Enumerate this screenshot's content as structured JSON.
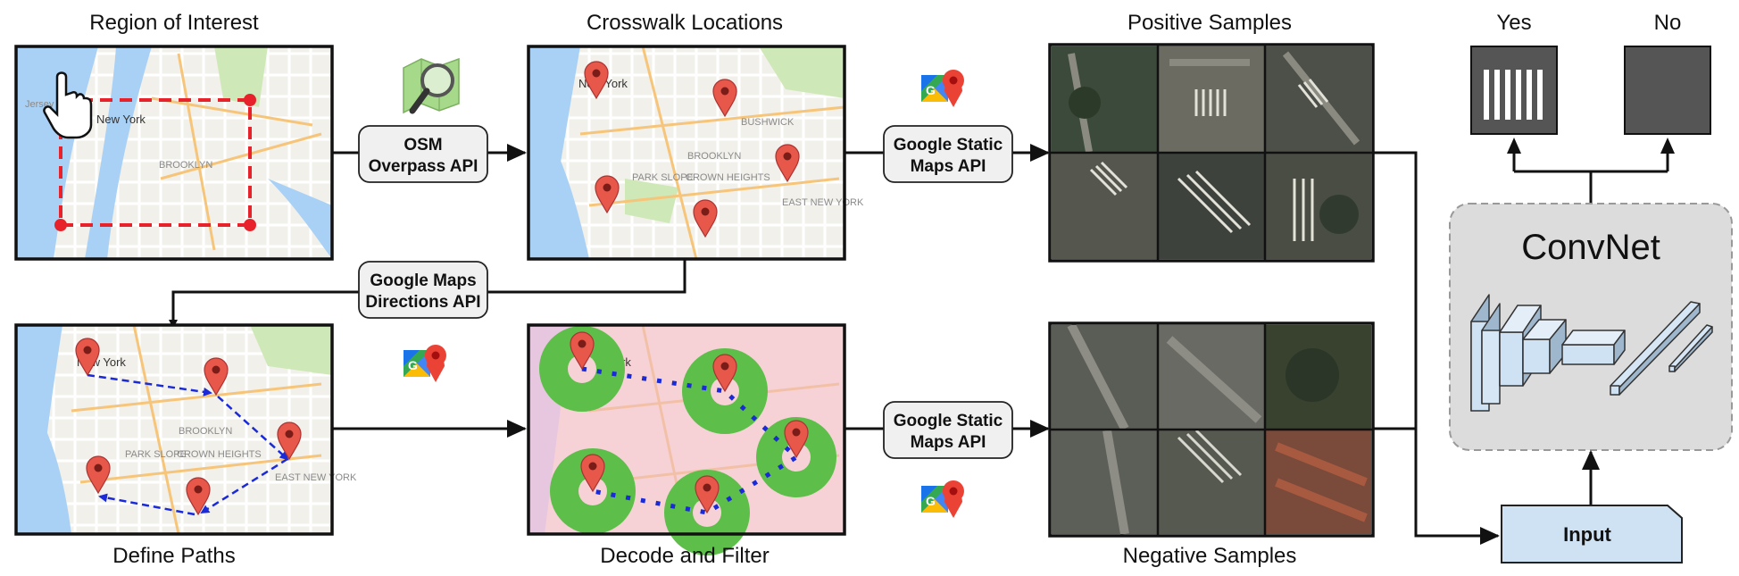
{
  "labels": {
    "region": "Region of Interest",
    "crosswalk": "Crosswalk Locations",
    "positive": "Positive Samples",
    "negative": "Negative Samples",
    "define_paths": "Define Paths",
    "decode": "Decode and Filter",
    "yes": "Yes",
    "no": "No",
    "convnet": "ConvNet",
    "input": "Input"
  },
  "api_boxes": {
    "osm": [
      "OSM",
      "Overpass API"
    ],
    "directions": [
      "Google Maps",
      "Directions API"
    ],
    "static_top": [
      "Google Static",
      "Maps API"
    ],
    "static_bottom": [
      "Google Static",
      "Maps API"
    ]
  },
  "map_text": {
    "jersey_city": "Jersey City",
    "new_york": "New York",
    "brooklyn": "BROOKLYN",
    "bushwick": "BUSHWICK",
    "park_slope": "PARK SLOPE",
    "crown_heights": "CROWN HEIGHTS",
    "east_new_york": "EAST NEW YORK"
  },
  "colors": {
    "roi_dash": "#e8222a",
    "path_dash": "#1a2ad8",
    "pin": "#e8584a",
    "buffer": "#5dbf4a",
    "input_fill": "#cfe2f3",
    "convnet_fill": "#dcdcdc"
  },
  "icons": [
    "osm-magnifier-icon",
    "google-maps-icon",
    "hand-pointer-icon",
    "map-pin-icon"
  ]
}
